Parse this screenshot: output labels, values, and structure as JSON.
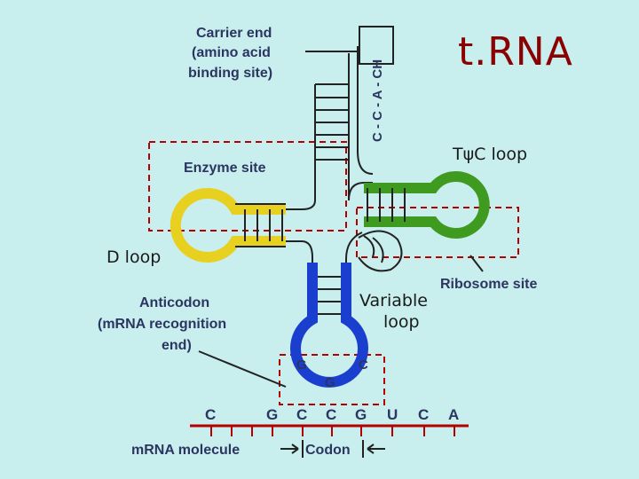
{
  "title": "t.RNA",
  "labels": {
    "carrier_end": [
      "Carrier end",
      "(amino acid",
      "binding site)"
    ],
    "cca_end": "C - C - A - CH",
    "tpsic_loop": "TψC loop",
    "enzyme_site": "Enzyme site",
    "d_loop": "D loop",
    "ribosome_site": "Ribosome site",
    "variable_loop": [
      "Variable",
      "loop"
    ],
    "anticodon": [
      "Anticodon",
      "(mRNA recognition",
      "end)"
    ],
    "mrna_molecule": "mRNA molecule",
    "codon": "Codon"
  },
  "anticodon_bases": [
    "G",
    "G",
    "C"
  ],
  "mrna_bases": [
    "C",
    "G",
    "C",
    "C",
    "G",
    "U",
    "C",
    "A"
  ],
  "colors": {
    "d_loop_arm": "#e8d020",
    "tpsic_arm": "#3f9a20",
    "anticodon_arm": "#1a3fcf",
    "dashed_regions": "#b30000",
    "background": "#c8eeee"
  }
}
